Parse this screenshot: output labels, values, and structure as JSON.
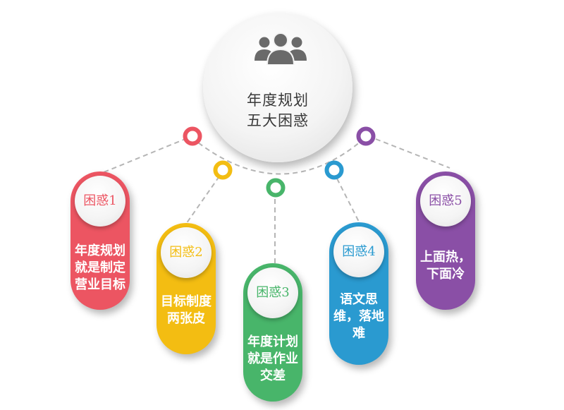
{
  "center": {
    "icon": "group-users-icon",
    "title_line1": "年度规划",
    "title_line2": "五大困惑"
  },
  "items": [
    {
      "label": "困惑1",
      "text": [
        "年度规划",
        "就是制定",
        "营业目标"
      ],
      "color": "#ec5562"
    },
    {
      "label": "困惑2",
      "text": [
        "目标制度",
        "两张皮"
      ],
      "color": "#f3bd12"
    },
    {
      "label": "困惑3",
      "text": [
        "年度计划",
        "就是作业",
        "交差"
      ],
      "color": "#48b56a"
    },
    {
      "label": "困惑4",
      "text": [
        "语文思",
        "维，落地",
        "难"
      ],
      "color": "#2a9ad0"
    },
    {
      "label": "困惑5",
      "text": [
        "上面热，",
        "下面冷"
      ],
      "color": "#8a4fa6"
    }
  ],
  "connector_color": "#b5b5b5"
}
